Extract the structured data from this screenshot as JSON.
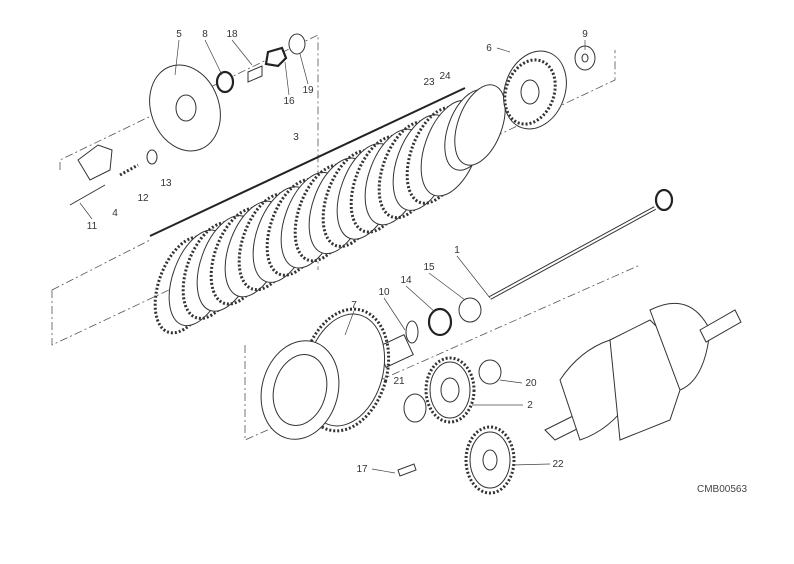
{
  "diagram": {
    "drawing_code": "CMB00563",
    "callouts": [
      "5",
      "8",
      "18",
      "16",
      "19",
      "9",
      "6",
      "23",
      "24",
      "3",
      "13",
      "12",
      "4",
      "11",
      "1",
      "15",
      "14",
      "10",
      "7",
      "21",
      "20",
      "2",
      "17",
      "22"
    ]
  }
}
